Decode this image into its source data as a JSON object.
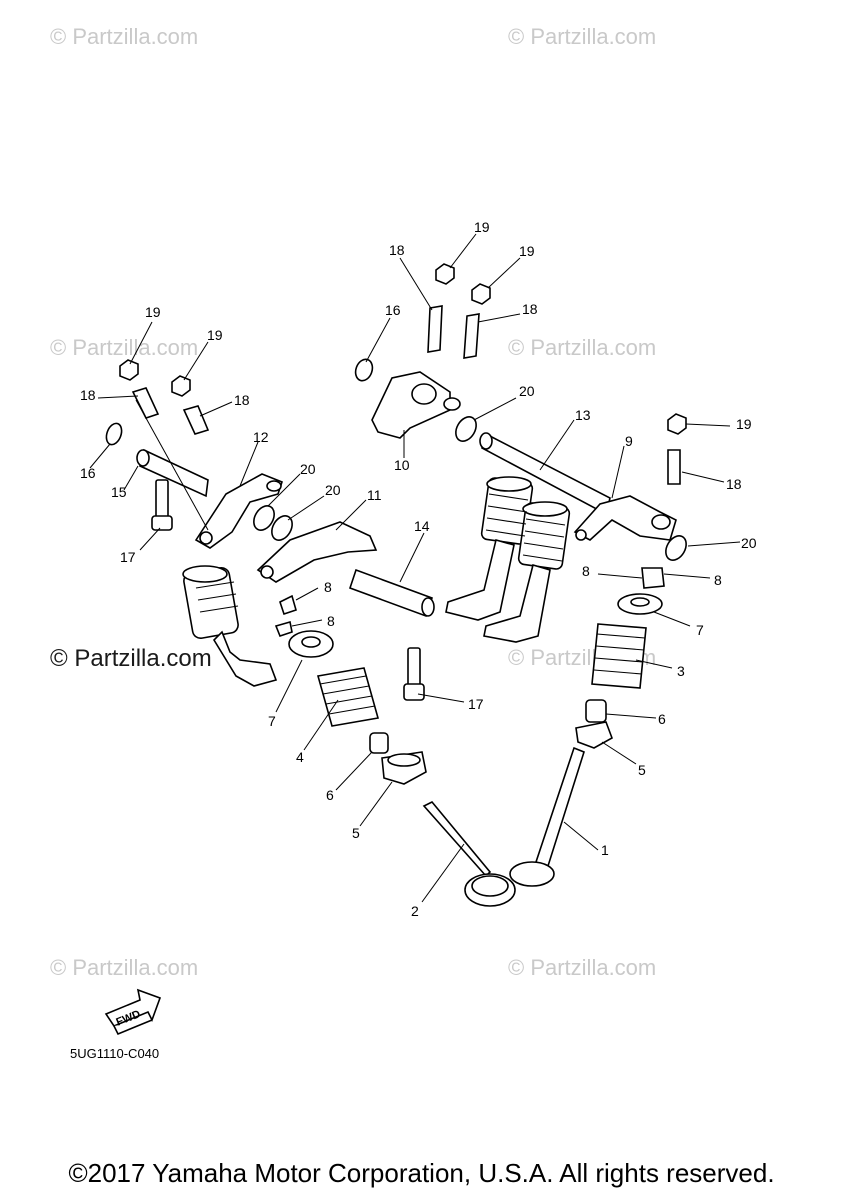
{
  "watermarks": [
    "© Partzilla.com",
    "© Partzilla.com",
    "© Partzilla.com",
    "© Partzilla.com",
    "© Partzilla.com",
    "© Partzilla.com",
    "© Partzilla.com"
  ],
  "watermark_main": "© Partzilla.com",
  "callouts": {
    "c1": "1",
    "c2": "2",
    "c3": "3",
    "c4": "4",
    "c5a": "5",
    "c5b": "5",
    "c6a": "6",
    "c6b": "6",
    "c7a": "7",
    "c7b": "7",
    "c8a": "8",
    "c8b": "8",
    "c8c": "8",
    "c8d": "8",
    "c9": "9",
    "c10": "10",
    "c11": "11",
    "c12": "12",
    "c13": "13",
    "c14": "14",
    "c15": "15",
    "c16a": "16",
    "c16b": "16",
    "c17a": "17",
    "c17b": "17",
    "c18a": "18",
    "c18b": "18",
    "c18c": "18",
    "c18d": "18",
    "c18e": "18",
    "c19a": "19",
    "c19b": "19",
    "c19c": "19",
    "c19d": "19",
    "c19e": "19",
    "c20a": "20",
    "c20b": "20",
    "c20c": "20",
    "c20d": "20"
  },
  "fwd_label": "FWD",
  "diagram_code": "5UG1110-C040",
  "copyright": "©2017 Yamaha Motor Corporation, U.S.A. All rights reserved."
}
